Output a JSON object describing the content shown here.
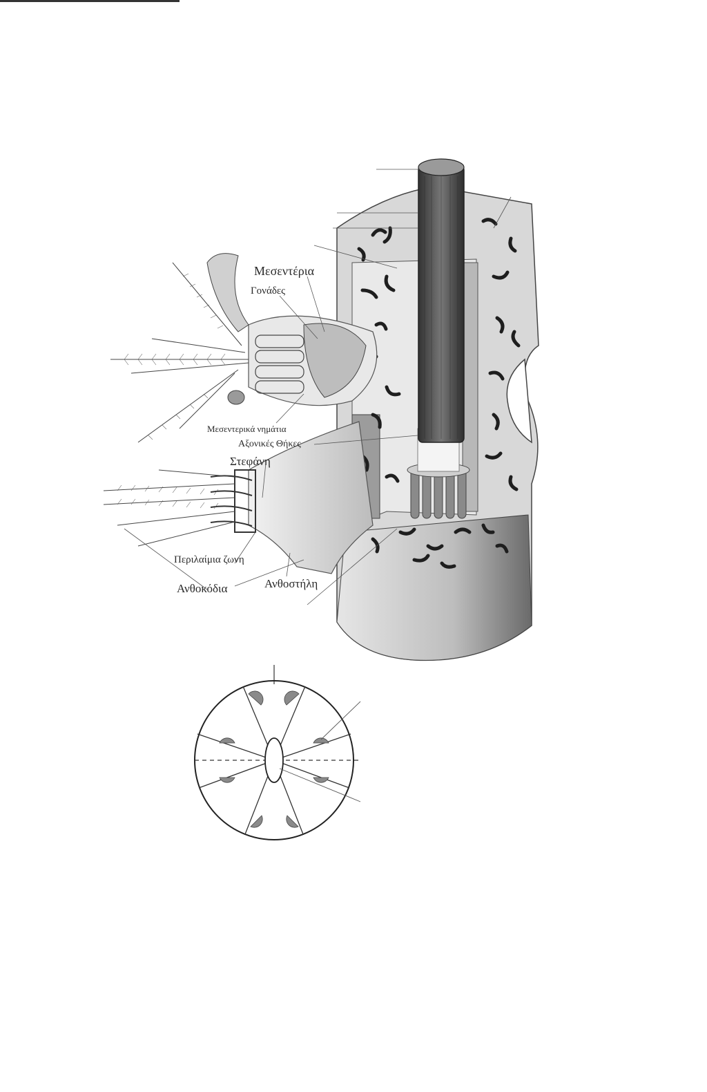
{
  "figure": {
    "labels": {
      "mesenteria": "Μεσεντέρια",
      "gonades": "Γονάδες",
      "mesenterika_nimatia": "Μεσεντερικά νημάτια",
      "axonikes_thikes": "Αξονικές Θήκες",
      "stefani": "Στεφάνη",
      "perilaimia_zoni": "Περιλαίμια ζωνη",
      "anthokodia": "Ανθοκόδια",
      "anthostili": "Ανθοστήλη"
    }
  },
  "colors": {
    "ink": "#2a2a2a",
    "tissue": "#d6d6d6",
    "tissue_dark": "#9a9a9a",
    "canal": "#1e1e1e",
    "rod": "#4a4a4a"
  }
}
